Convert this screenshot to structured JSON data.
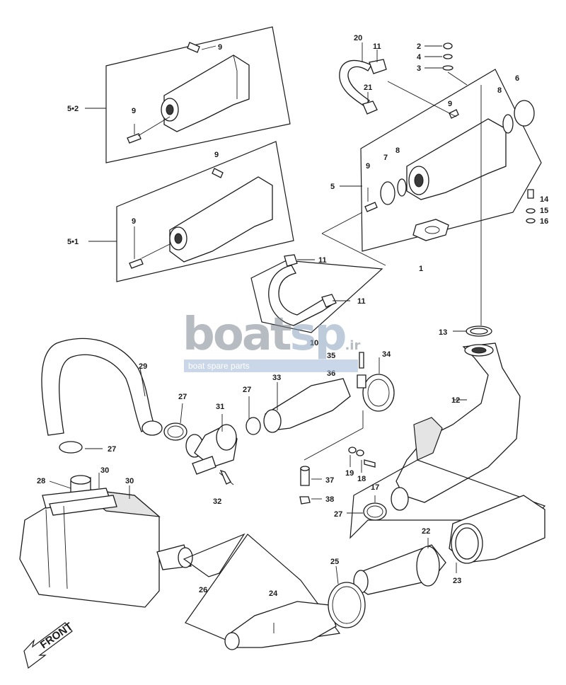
{
  "watermark": {
    "logo_main": "boat",
    "logo_accent": "sp",
    "logo_tail": ".ir",
    "subtitle": "boat spare parts"
  },
  "front_label": "FRONT",
  "callouts": {
    "c1": "1",
    "c2": "2",
    "c3": "3",
    "c4": "4",
    "c5": "5",
    "c5_1": "5•1",
    "c5_2": "5•2",
    "c6": "6",
    "c7": "7",
    "c8": "8",
    "c9": "9",
    "c10": "10",
    "c11": "11",
    "c12": "12",
    "c13": "13",
    "c14": "14",
    "c15": "15",
    "c16": "16",
    "c17": "17",
    "c18": "18",
    "c19": "19",
    "c20": "20",
    "c21": "21",
    "c22": "22",
    "c23": "23",
    "c24": "24",
    "c25": "25",
    "c26": "26",
    "c27": "27",
    "c28": "28",
    "c29": "29",
    "c30": "30",
    "c31": "31",
    "c32": "32",
    "c33": "33",
    "c34": "34",
    "c35": "35",
    "c36": "36",
    "c37": "37",
    "c38": "38"
  },
  "colors": {
    "line": "#1a1a1a",
    "watermark_gray": "#7d8791",
    "watermark_blue": "#8aa2bf"
  }
}
